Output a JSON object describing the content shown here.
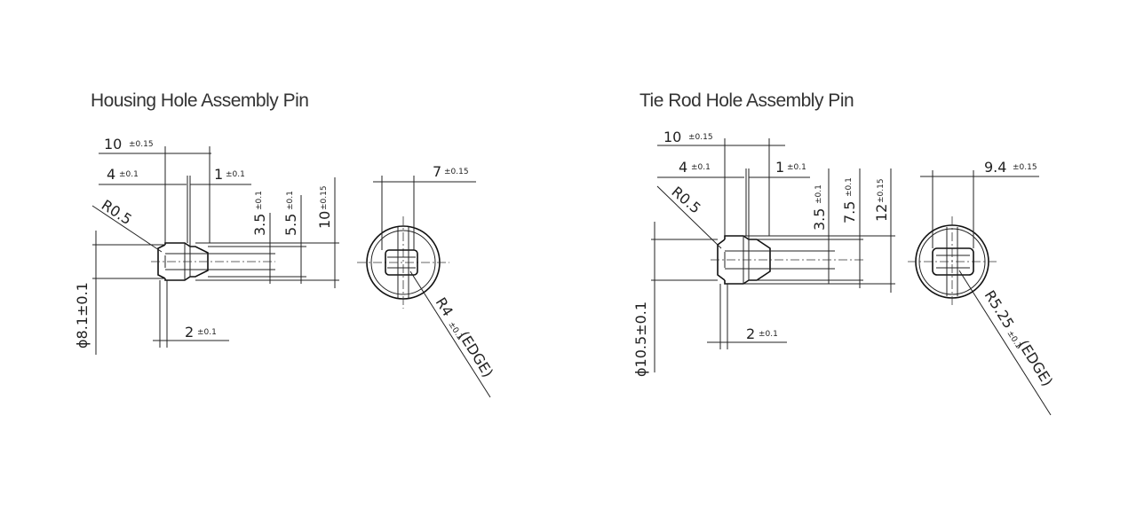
{
  "figures": [
    {
      "title": "Housing Hole Assembly Pin",
      "dims": {
        "len_total": "10",
        "len_total_tol": "±0.15",
        "len_head": "4",
        "len_head_tol": "±0.1",
        "slot_w": "1",
        "slot_w_tol": "±0.1",
        "h1": "3.5",
        "h1_tol": "±0.1",
        "h2": "5.5",
        "h2_tol": "±0.1",
        "h3": "10",
        "h3_tol": "±0.15",
        "radius": "R0.5",
        "diameter": "ϕ8.1±0.1",
        "bottom": "2",
        "bottom_tol": "±0.1",
        "end_w": "7",
        "end_w_tol": "±0.15",
        "edge_r": "R4",
        "edge_r_tol": "±0.1",
        "edge_note": "(EDGE)"
      }
    },
    {
      "title": "Tie Rod Hole Assembly Pin",
      "dims": {
        "len_total": "10",
        "len_total_tol": "±0.15",
        "len_head": "4",
        "len_head_tol": "±0.1",
        "slot_w": "1",
        "slot_w_tol": "±0.1",
        "h1": "3.5",
        "h1_tol": "±0.1",
        "h2": "7.5",
        "h2_tol": "±0.1",
        "h3": "12",
        "h3_tol": "±0.15",
        "radius": "R0.5",
        "diameter": "ϕ10.5±0.1",
        "bottom": "2",
        "bottom_tol": "±0.1",
        "end_w": "9.4",
        "end_w_tol": "±0.15",
        "edge_r": "R5.25",
        "edge_r_tol": "±0.1",
        "edge_note": "(EDGE)"
      }
    }
  ]
}
